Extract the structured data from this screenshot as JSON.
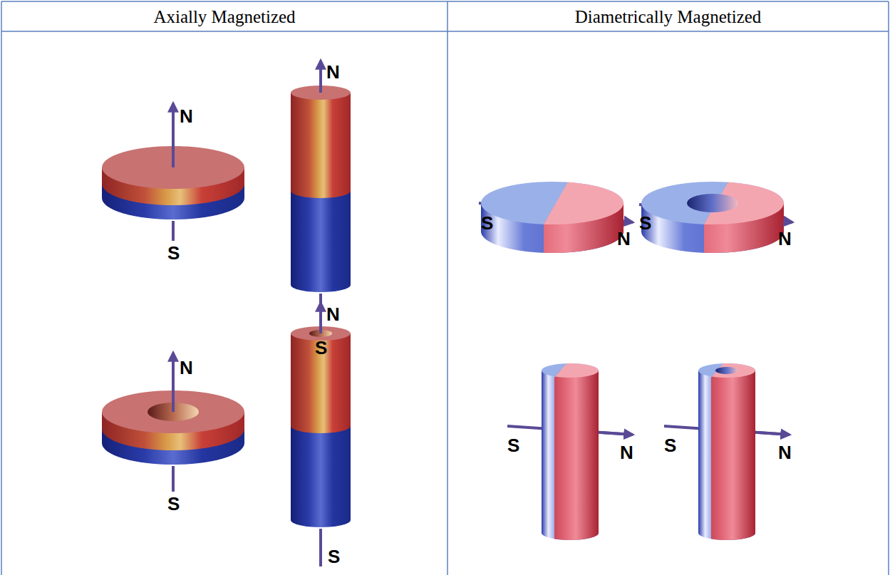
{
  "diagram": {
    "labels": [
      "Axially Magnetized",
      "Diametrically Magnetized",
      "N",
      "S",
      "N",
      "S",
      "S",
      "N",
      "S",
      "N",
      "N",
      "S",
      "N",
      "S",
      "S",
      "N",
      "S",
      "N"
    ]
  }
}
